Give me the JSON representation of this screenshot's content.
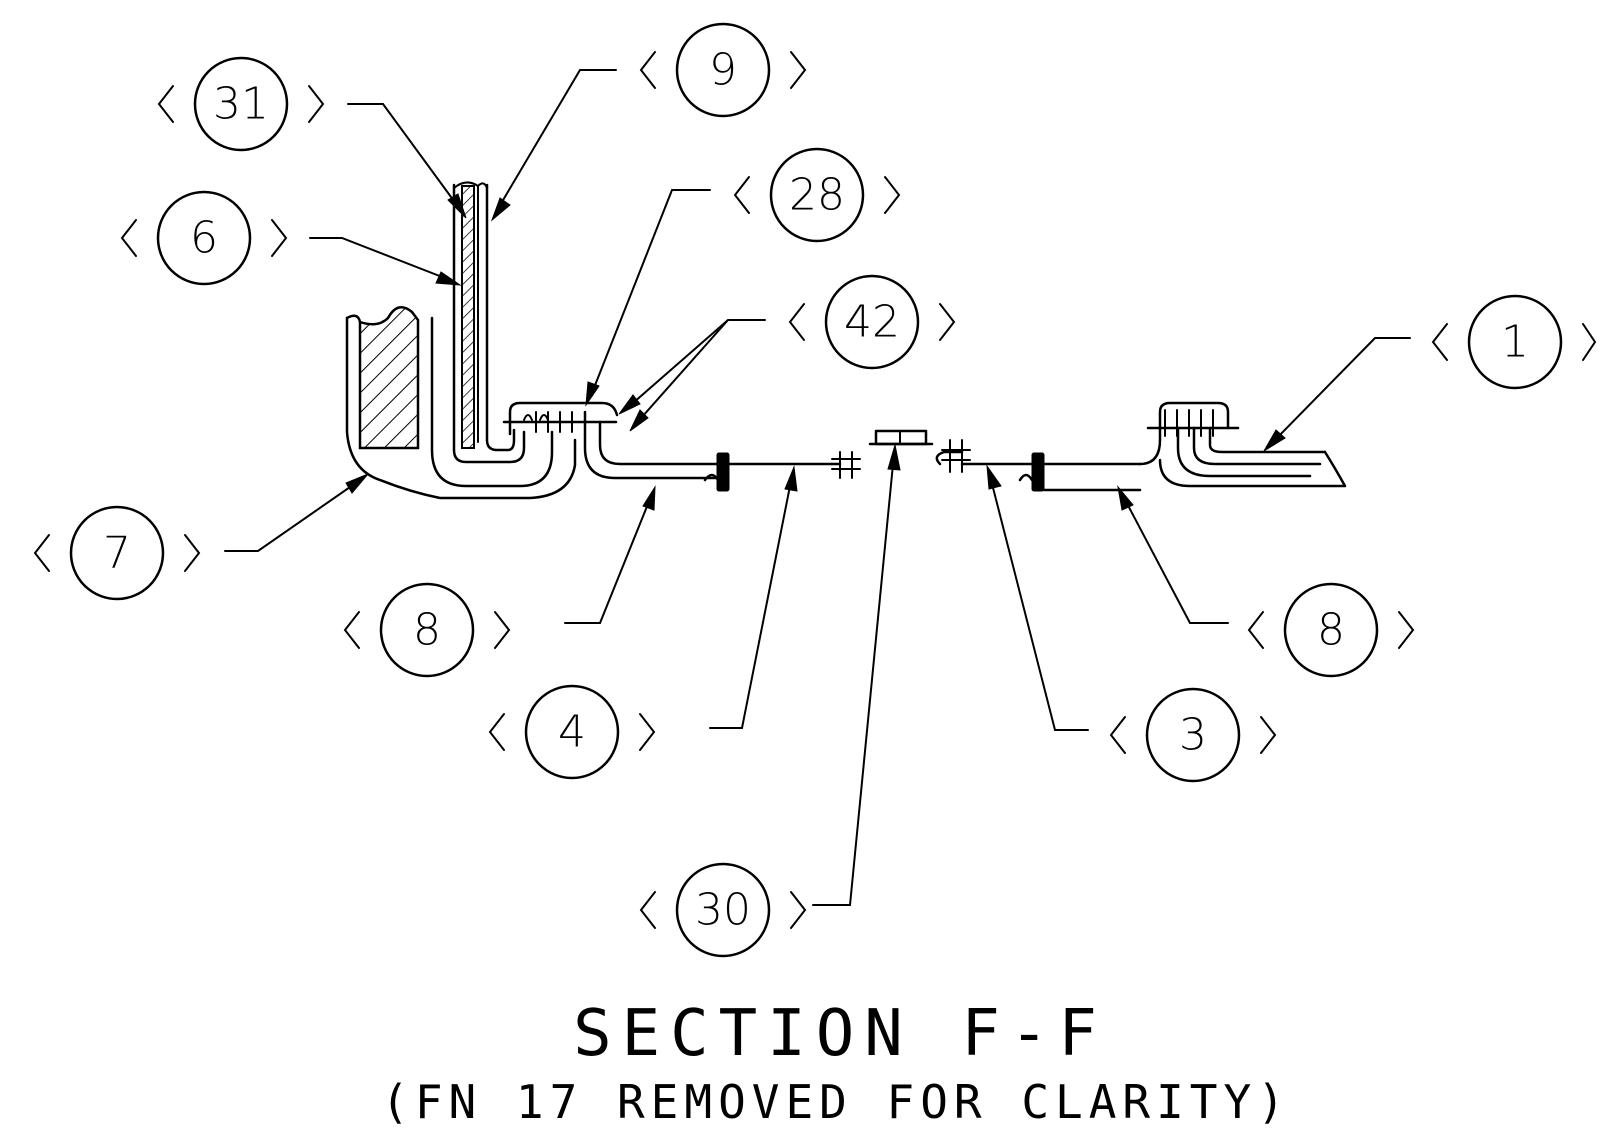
{
  "balloons": [
    {
      "id": "b31",
      "label": "31"
    },
    {
      "id": "b9",
      "label": "9"
    },
    {
      "id": "b6",
      "label": "6"
    },
    {
      "id": "b28",
      "label": "28"
    },
    {
      "id": "b42",
      "label": "42"
    },
    {
      "id": "b1",
      "label": "1"
    },
    {
      "id": "b7",
      "label": "7"
    },
    {
      "id": "b8a",
      "label": "8"
    },
    {
      "id": "b8b",
      "label": "8"
    },
    {
      "id": "b4",
      "label": "4"
    },
    {
      "id": "b3",
      "label": "3"
    },
    {
      "id": "b30",
      "label": "30"
    }
  ],
  "title": "SECTION F-F",
  "subtitle": "(FN 17 REMOVED FOR CLARITY)"
}
